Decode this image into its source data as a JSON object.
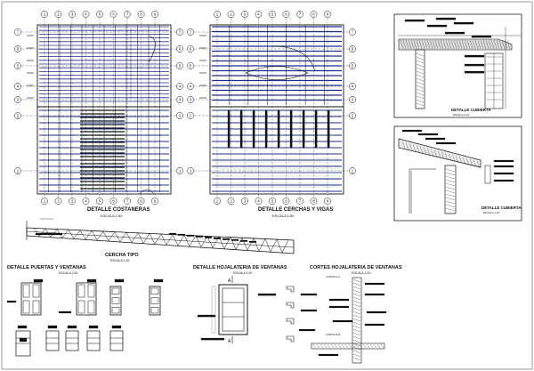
{
  "colors": {
    "line": "#111111",
    "blue": "#1f2b8f",
    "frame": "#333333"
  },
  "plan_left": {
    "title": "DETALLE COSTANERAS",
    "scale": "ESCALA 1:50",
    "grid_numbers": [
      "1",
      "2",
      "3",
      "4",
      "5",
      "6",
      "7",
      "8",
      "9"
    ],
    "axis_numbers": [
      "9",
      "8",
      "7",
      "6",
      "5",
      "4",
      "3",
      "2",
      "1"
    ]
  },
  "plan_right": {
    "title": "DETALLE CERCHAS Y VIGAS",
    "scale": "ESCALA 1:50"
  },
  "detail_top": {
    "title": "DETALLE CUBIERTA",
    "scale": "ESCALA 1:10"
  },
  "detail_mid": {
    "title": "DETALLE CUBIERTA",
    "scale": "ESCALA 1:10"
  },
  "truss": {
    "title": "CERCHA TIPO",
    "scale": "ESCALA 1:20"
  },
  "doors": {
    "title": "DETALLE PUERTAS Y VENTANAS",
    "scale": "ESCALA 1:50"
  },
  "window_hw": {
    "title": "DETALLE HOJALATERIA DE VENTANAS",
    "scale": "ESCALA 1:20",
    "mark_a": "A"
  },
  "sections": {
    "title": "CORTES HOJALATERIA DE VENTANAS",
    "scale": "ESCALA 1:20",
    "cut_a": "CORTE A-A",
    "cut_b": "CORTE B-B"
  }
}
